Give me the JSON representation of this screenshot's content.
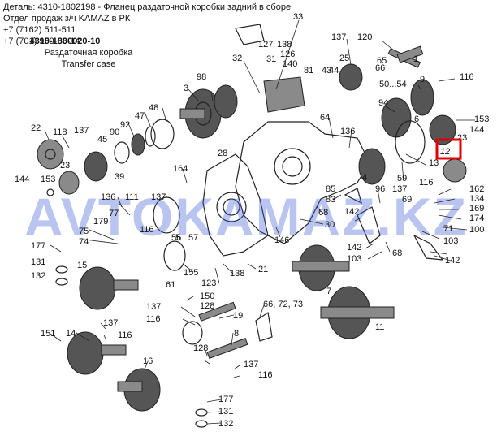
{
  "header": {
    "part_line": "Деталь: 4310-1802198 - Фланец раздаточной коробки задний в сборе",
    "dept_line": "Отдел продаж з/ч KAMAZ в РК",
    "phone1": "+7 (7162) 511-511",
    "phone2": "+7 (701) 959-03-14",
    "assembly_code": "4310-1800020-10",
    "assembly_ru": "Раздаточная коробка",
    "assembly_en": "Transfer case"
  },
  "watermark": "AVTOKAMAZ.KZ",
  "highlighted_callout": "12",
  "callouts": {
    "c33": "33",
    "c137a": "137",
    "c120": "120",
    "c138a": "138",
    "c127": "127",
    "c126": "126",
    "c140": "140",
    "c32": "32",
    "c65": "65",
    "c25": "25",
    "c31": "31",
    "c1": "1",
    "c81": "81",
    "c43": "43",
    "c98": "98",
    "c3": "3",
    "c9": "9",
    "c116a": "116",
    "c5054": "50...54",
    "c47": "47",
    "c48": "48",
    "c94": "94",
    "c153": "153",
    "c144a": "144",
    "c23a": "23",
    "c92": "92",
    "c22": "22",
    "c118": "118",
    "c137b": "137",
    "c90": "90",
    "c45": "45",
    "c64": "64",
    "c136a": "136",
    "c28": "28",
    "c13": "13",
    "c12": "12",
    "c116b": "116",
    "c162": "162",
    "c134": "134",
    "c169": "169",
    "c174": "174",
    "c100": "100",
    "c39": "39",
    "c23b": "23",
    "c144b": "144",
    "c153b": "153",
    "c164": "164",
    "c136b": "136",
    "c111": "111",
    "c137c": "137",
    "c85": "85",
    "c83": "83",
    "c142a": "142",
    "c68a": "68",
    "c96": "96",
    "c137d": "137",
    "c69": "69",
    "c77": "77",
    "c179": "179",
    "c75": "75",
    "c74": "74",
    "c116c": "116",
    "c56": "56",
    "c57": "57",
    "c30": "30",
    "c146": "146",
    "c71": "71",
    "c103a": "103",
    "c142b": "142",
    "c103b": "103",
    "c68b": "68",
    "c142c": "142",
    "c177a": "177",
    "c131a": "131",
    "c132a": "132",
    "c15": "15",
    "c155": "155",
    "c61": "61",
    "c123": "123",
    "c138b": "138",
    "c21": "21",
    "c7": "7",
    "c150": "150",
    "c128a": "128",
    "c137e": "137",
    "c116d": "116",
    "c19": "19",
    "c666": "66, 72, 73",
    "c11": "11",
    "c151": "151",
    "c14": "14",
    "c137f": "137",
    "c116e": "116",
    "c128b": "128",
    "c8": "8",
    "c16": "16",
    "c137g": "137",
    "c116f": "116",
    "c177b": "177",
    "c131b": "131",
    "c132b": "132",
    "c66": "66",
    "c59": "59",
    "c5": "5",
    "c4": "4",
    "c6": "6",
    "c44": "44"
  }
}
